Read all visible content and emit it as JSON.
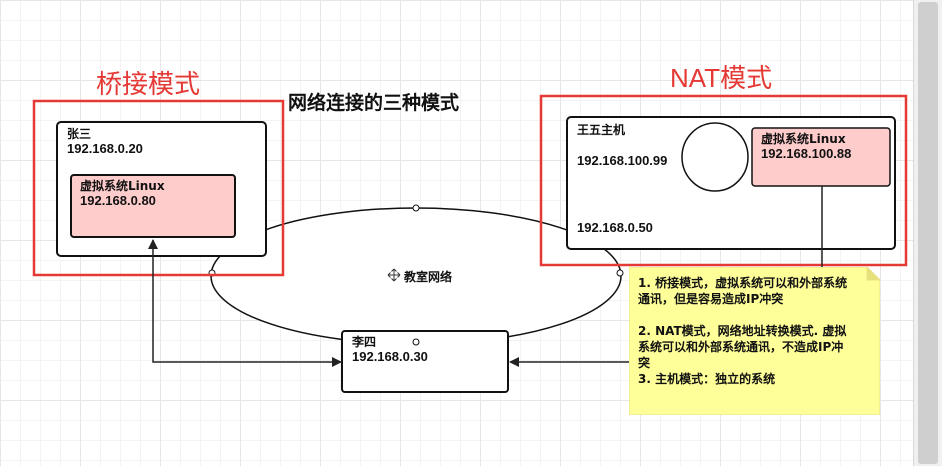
{
  "labels": {
    "bridge_mode": "桥接模式",
    "nat_mode": "NAT模式",
    "title": "网络连接的三种模式"
  },
  "zhangsan": {
    "name": "张三",
    "ip": "192.168.0.20"
  },
  "vm_bridge": {
    "name": "虚拟系统Linux",
    "ip": "192.168.0.80"
  },
  "wangwu": {
    "name": "王五主机",
    "ip_internal": "192.168.100.99",
    "ip_external": "192.168.0.50"
  },
  "vm_nat": {
    "name": "虚拟系统Linux",
    "ip": "192.168.100.88"
  },
  "lisi": {
    "name": "李四",
    "ip": "192.168.0.30"
  },
  "network": {
    "label": "教室网络"
  },
  "note": {
    "line1": "1. 桥接模式，虚拟系统可以和外部系统",
    "line2": "通讯，但是容易造成IP冲突",
    "line3": "2. NAT模式，网络地址转换模式. 虚拟",
    "line4": "系统可以和外部系统通讯，不造成IP冲",
    "line5": "突",
    "line6": "3. 主机模式：独立的系统"
  },
  "colors": {
    "red_frame": "#e53935",
    "vm_fill": "#ffcccc",
    "note_fill": "#ffff99"
  }
}
